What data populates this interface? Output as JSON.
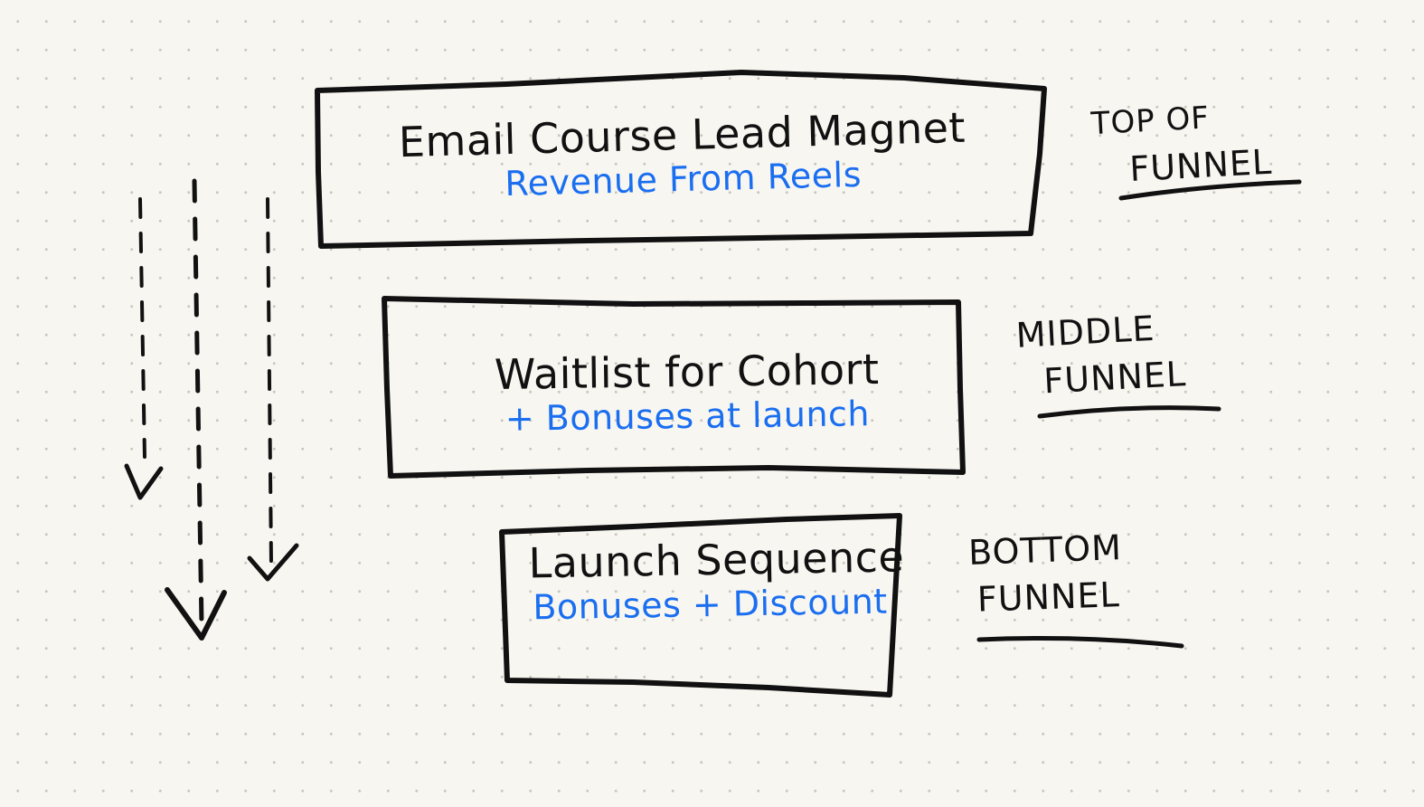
{
  "colors": {
    "ink": "#111111",
    "accent_blue": "#1a6ef0",
    "paper": "#f8f6f1",
    "dot": "#c9c6bd"
  },
  "boxes": [
    {
      "title": "Email Course Lead Magnet",
      "subtitle": "Revenue From Reels"
    },
    {
      "title": "Waitlist for Cohort",
      "subtitle": "+ Bonuses at launch"
    },
    {
      "title": "Launch Sequence",
      "subtitle": "Bonuses + Discount"
    }
  ],
  "stages": [
    {
      "line1": "Top of",
      "line2": "Funnel"
    },
    {
      "line1": "Middle",
      "line2": "Funnel"
    },
    {
      "line1": "Bottom",
      "line2": "Funnel"
    }
  ],
  "arrows": [
    {
      "icon": "dashed-down-arrow-icon"
    },
    {
      "icon": "dashed-down-arrow-icon"
    },
    {
      "icon": "dashed-down-arrow-icon"
    }
  ]
}
